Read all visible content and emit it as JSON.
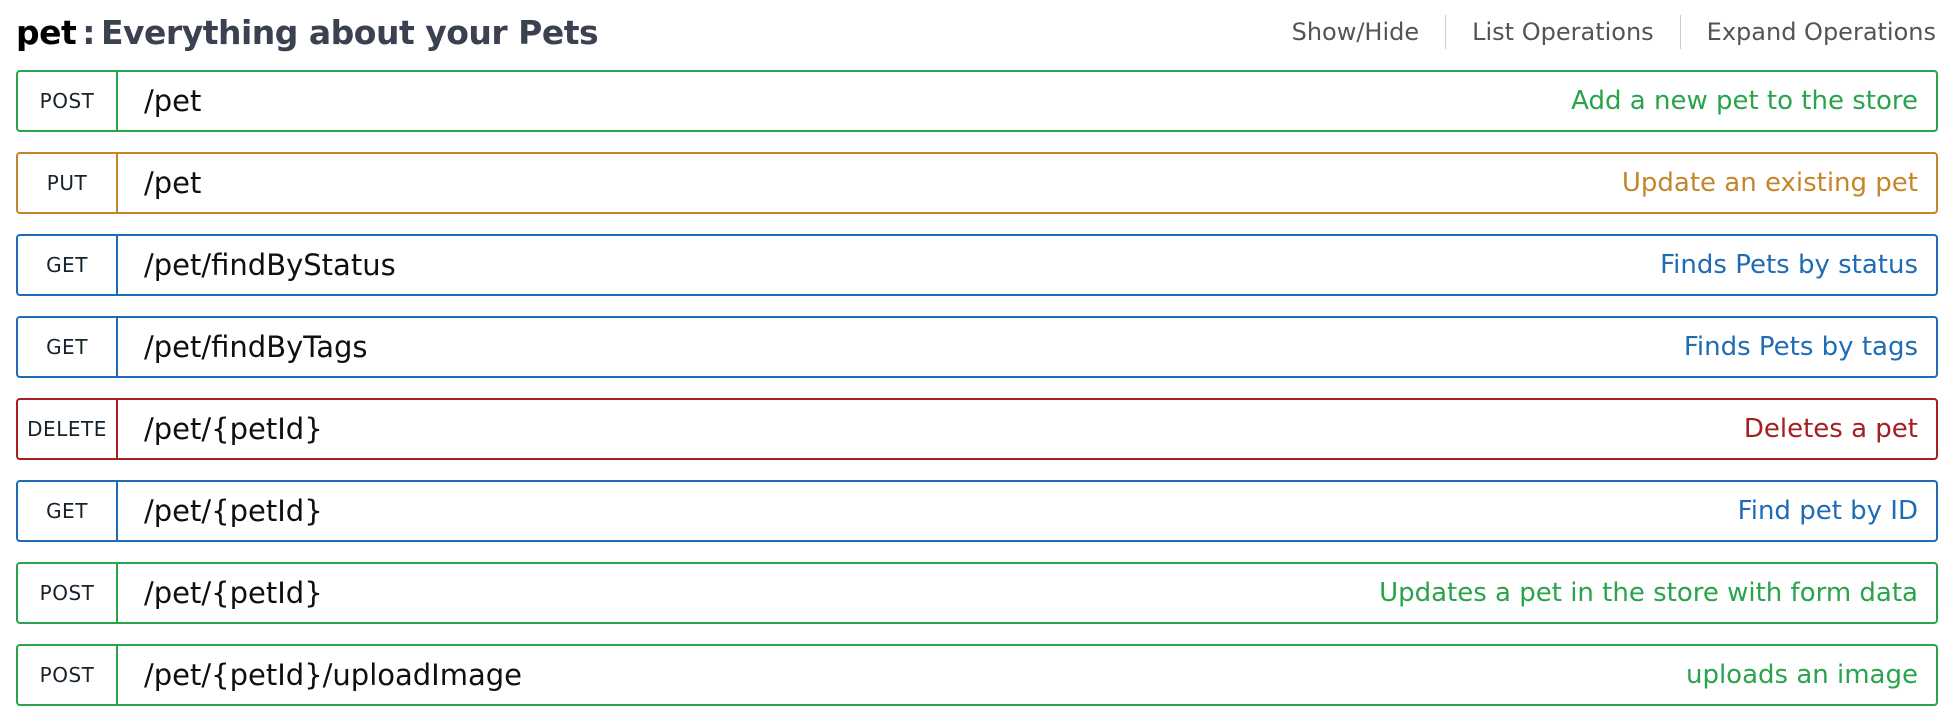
{
  "header": {
    "tag": "pet",
    "separator": ":",
    "description": "Everything about your Pets",
    "links": {
      "show_hide": "Show/Hide",
      "list_operations": "List Operations",
      "expand_operations": "Expand Operations"
    }
  },
  "colors": {
    "get": "#1f6cb4",
    "post": "#2aa44c",
    "put": "#c5862b",
    "delete": "#a41e22",
    "heading_text": "#3b4151",
    "link_text": "#545454"
  },
  "operations": [
    {
      "method": "POST",
      "path": "/pet",
      "summary": "Add a new pet to the store",
      "color_key": "post"
    },
    {
      "method": "PUT",
      "path": "/pet",
      "summary": "Update an existing pet",
      "color_key": "put"
    },
    {
      "method": "GET",
      "path": "/pet/findByStatus",
      "summary": "Finds Pets by status",
      "color_key": "get"
    },
    {
      "method": "GET",
      "path": "/pet/findByTags",
      "summary": "Finds Pets by tags",
      "color_key": "get"
    },
    {
      "method": "DELETE",
      "path": "/pet/{petId}",
      "summary": "Deletes a pet",
      "color_key": "delete"
    },
    {
      "method": "GET",
      "path": "/pet/{petId}",
      "summary": "Find pet by ID",
      "color_key": "get"
    },
    {
      "method": "POST",
      "path": "/pet/{petId}",
      "summary": "Updates a pet in the store with form data",
      "color_key": "post"
    },
    {
      "method": "POST",
      "path": "/pet/{petId}/uploadImage",
      "summary": "uploads an image",
      "color_key": "post"
    }
  ]
}
